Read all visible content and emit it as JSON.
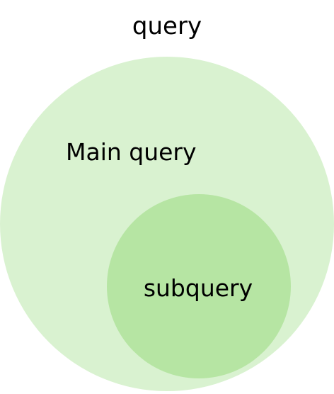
{
  "diagram": {
    "type": "nested-sets",
    "outer_label": "query",
    "main_label": "Main query",
    "inner_label": "subquery",
    "colors": {
      "main_fill": "#d9f2d0",
      "sub_fill": "#b6e5a3",
      "text": "#000000",
      "background": "#ffffff"
    }
  }
}
